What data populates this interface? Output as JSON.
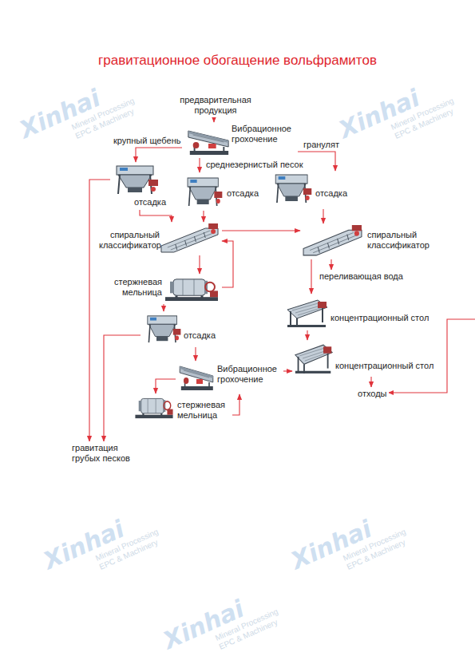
{
  "diagram": {
    "title": "гравитационное обогащение вольфрамитов",
    "nodes": [
      {
        "text": [
          "предварительная продукция"
        ]
      },
      {
        "text": [
          "Вибрационное грохочение"
        ]
      },
      {
        "text": [
          "отсадка"
        ]
      },
      {
        "text": [
          "отсадка"
        ]
      },
      {
        "text": [
          "отсадка"
        ]
      },
      {
        "text": [
          "спиральный классификатор"
        ]
      },
      {
        "text": [
          "спиральный классификатор"
        ]
      },
      {
        "text": [
          "переливающая вода"
        ]
      },
      {
        "text": [
          "стержневая мельница"
        ]
      },
      {
        "text": [
          "отсадка"
        ]
      },
      {
        "text": [
          "концентрационный стол"
        ]
      },
      {
        "text": [
          "концентрационный стол"
        ]
      },
      {
        "text": [
          "Вибрационное грохочение"
        ]
      },
      {
        "text": [
          "стержневая мельница"
        ]
      },
      {
        "text": [
          "отходы"
        ]
      },
      {
        "text": [
          "гравитация грубых песков"
        ]
      }
    ],
    "edges": [
      {
        "from": 0,
        "to": 1,
        "arrow": "to"
      },
      {
        "from": 1,
        "to": 2,
        "label": "крупный щебень",
        "arrow": "to"
      },
      {
        "from": 1,
        "to": 3,
        "label": "среднезернистый песок",
        "arrow": "to"
      },
      {
        "from": 1,
        "to": 4,
        "label": "гранулят",
        "arrow": "to"
      },
      {
        "from": 2,
        "to": 5,
        "arrow": "to"
      },
      {
        "from": 2,
        "to": 15,
        "arrow": "to"
      },
      {
        "from": 3,
        "to": 5,
        "arrow": "to"
      },
      {
        "from": 4,
        "to": 6,
        "arrow": "to"
      },
      {
        "from": 5,
        "to": 8,
        "arrow": "to"
      },
      {
        "from": 5,
        "to": 6,
        "arrow": "to"
      },
      {
        "from": 6,
        "to": 7,
        "arrow": "to"
      },
      {
        "from": 6,
        "to": 10,
        "arrow": "to"
      },
      {
        "from": 8,
        "to": 9,
        "arrow": "to"
      },
      {
        "from": 8,
        "to": 5,
        "arrow": "to"
      },
      {
        "from": 10,
        "to": 11,
        "arrow": "to"
      },
      {
        "from": 10,
        "to": 14,
        "arrow": "to"
      },
      {
        "from": 11,
        "to": 14,
        "arrow": "to"
      },
      {
        "from": 9,
        "to": 12,
        "arrow": "to"
      },
      {
        "from": 9,
        "to": 15,
        "arrow": "to"
      },
      {
        "from": 12,
        "to": 13,
        "arrow": "to"
      },
      {
        "from": 13,
        "to": 12,
        "arrow": "to"
      },
      {
        "from": 12,
        "to": 11,
        "arrow": "to"
      }
    ],
    "labels": [
      "Xinhai",
      "Mineral Processing",
      "EPC & Machinery",
      "Xinhai",
      "Mineral Processing",
      "EPC & Machinery",
      "Xinhai",
      "Mineral Processing",
      "EPC & Machinery",
      "Xinhai",
      "Mineral Processing",
      "EPC & Machinery",
      "Xinhai",
      "Mineral Processing",
      "EPC & Machinery"
    ]
  }
}
